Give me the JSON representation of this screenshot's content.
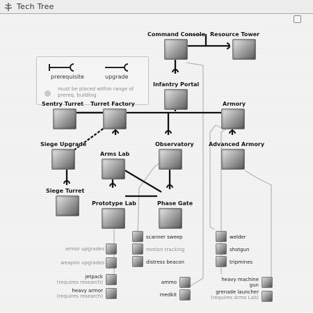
{
  "window": {
    "title": "Tech Tree"
  },
  "legend": {
    "prerequisite_label": "prerequisite",
    "upgrade_label": "upgrade",
    "note": "must be placed within range of prereq. building"
  },
  "nodes": {
    "command_console": "Command Console",
    "resource_tower": "Resource Tower",
    "infantry_portal": "Infantry Portal",
    "sentry_turret": "Sentry Turret",
    "turret_factory": "Turret Factory",
    "armory": "Armory",
    "siege_upgrade": "Siege Upgrade",
    "arms_lab": "Arms Lab",
    "observatory": "Observatory",
    "advanced_armory": "Advanced Armory",
    "siege_turret": "Siege Turret",
    "prototype_lab": "Prototype Lab",
    "phase_gate": "Phase Gate"
  },
  "items": {
    "armor_upgrades": "armor upgrades",
    "weapon_upgrades": "weapon upgrades",
    "jetpack": "jetpack",
    "jetpack_note": "(requires research)",
    "heavy_armor": "heavy armor",
    "heavy_armor_note": "(requires research)",
    "scanner_sweep": "scanner sweep",
    "motion_tracking": "motion tracking",
    "distress_beacon": "distress beacon",
    "ammo": "ammo",
    "medkit": "medkit",
    "welder": "welder",
    "shotgun": "shotgun",
    "tripmines": "tripmines",
    "heavy_machine_gun_1": "heavy machine",
    "heavy_machine_gun_2": "gun",
    "grenade_launcher": "grenade launcher",
    "grenade_launcher_note": "(requires Arms Lab)"
  },
  "colors": {
    "line": "#111111",
    "range_line": "#b5b5b5",
    "legend_dot": "#c8c8c8"
  }
}
